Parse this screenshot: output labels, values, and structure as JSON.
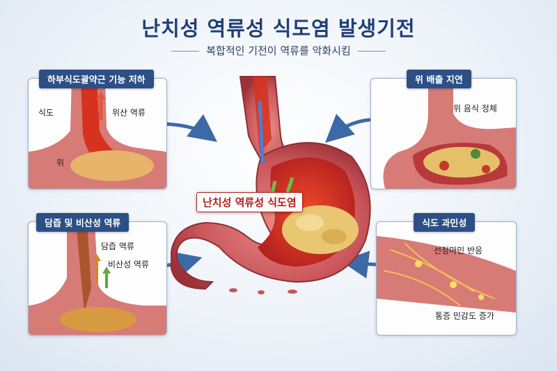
{
  "title": "난치성 역류성 식도염 발생기전",
  "subtitle": "복합적인 기전이 역류를 악화시킴",
  "center_label": "난치성 역류성 식도염",
  "panels": {
    "top_left": {
      "tag": "하부식도괄약근 기능 저하",
      "labels": {
        "esophagus": "식도",
        "acid_reflux": "위산 역류",
        "stomach": "위"
      }
    },
    "top_right": {
      "tag": "위 배출 지연",
      "labels": {
        "food_stasis": "위 음식 정체"
      }
    },
    "bottom_left": {
      "tag": "담즙 및 비산성 역류",
      "labels": {
        "bile_reflux": "담즙 역류",
        "nonacid_reflux": "비산성 역류"
      }
    },
    "bottom_right": {
      "tag": "식도 과민성",
      "labels": {
        "vanilloid": "선정마민 반응",
        "pain_sensitivity": "통증 민감도 증가"
      }
    }
  },
  "colors": {
    "navy": "#2c4f86",
    "title": "#1f3f78",
    "tissue": "#c9555a",
    "arrow": "#3d6aa6"
  }
}
